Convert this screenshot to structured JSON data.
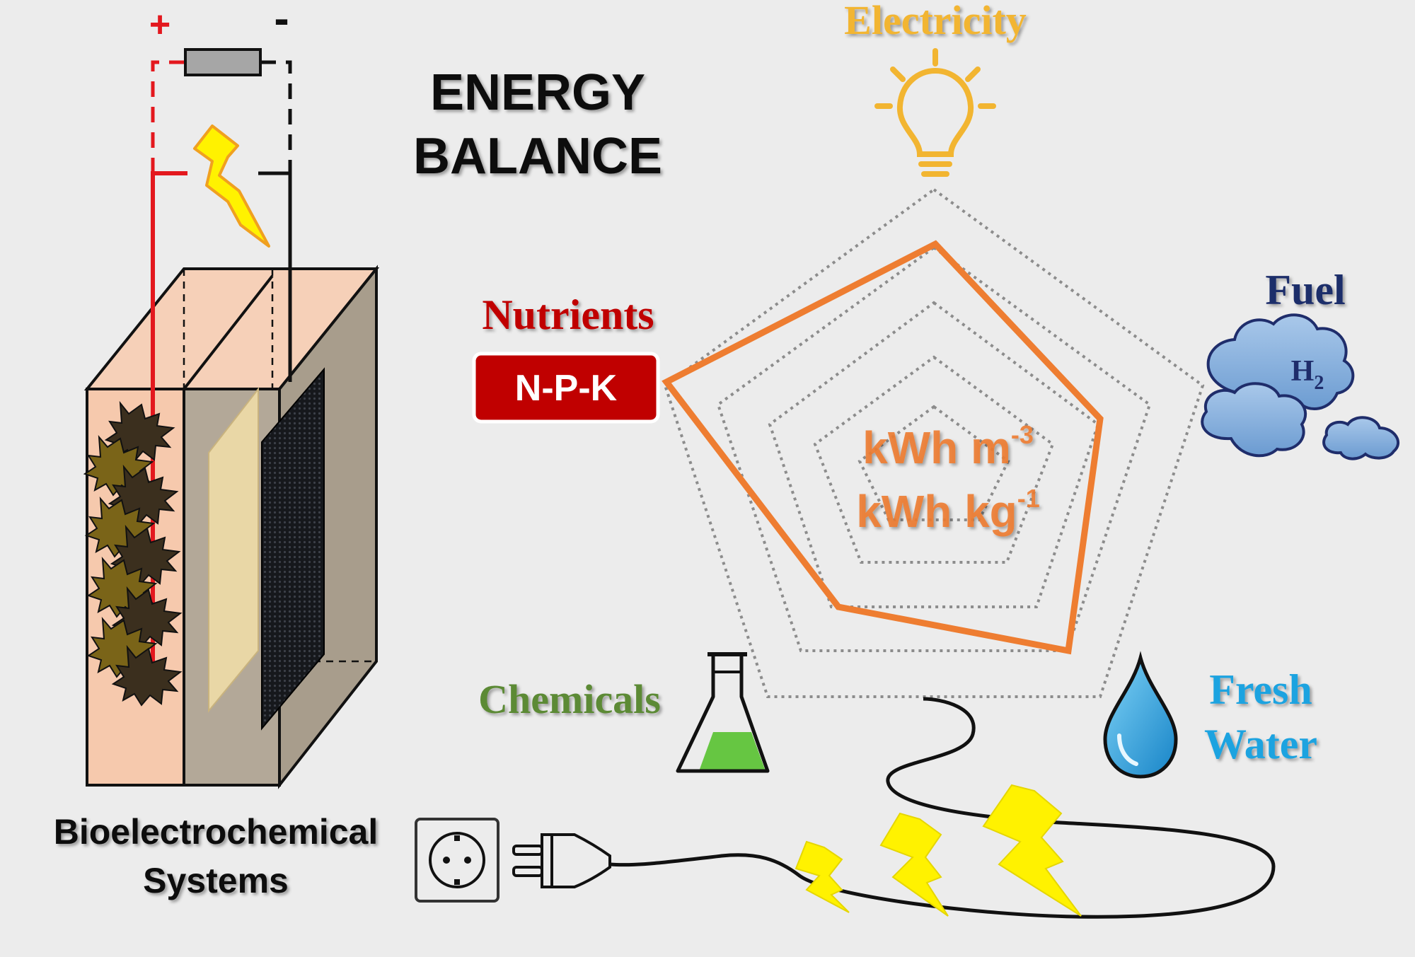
{
  "title": {
    "line1": "ENERGY",
    "line2": "BALANCE"
  },
  "system": {
    "line1": "Bioelectrochemical",
    "line2": "Systems"
  },
  "terminals": {
    "plus": "+",
    "minus": "-"
  },
  "outputs": {
    "electricity": "Electricity",
    "fuel": "Fuel",
    "fuel_gas": "H",
    "fuel_gas_sub": "2",
    "fresh_water_line1": "Fresh",
    "fresh_water_line2": "Water",
    "chemicals": "Chemicals",
    "nutrients": "Nutrients",
    "nutrients_badge": "N-P-K"
  },
  "units": {
    "volume_base": "kWh m",
    "volume_exp": "-3",
    "mass_base": "kWh kg",
    "mass_exp": "-1"
  },
  "colors": {
    "electricity": "#f2b531",
    "fuel": "#1f2d6b",
    "water": "#1ea3e0",
    "chemicals": "#5b8a35",
    "nutrients": "#c00000",
    "radar": "#ee7d31",
    "anode": "#f6c9ad",
    "cathode_chamber": "#b3a898",
    "membrane": "#e9d7a6",
    "bolt": "#fff200"
  },
  "icons": [
    "light-bulb-icon",
    "hydrogen-cloud-icon",
    "water-drop-icon",
    "flask-icon",
    "power-socket-icon",
    "power-plug-icon",
    "lightning-bolt-icon"
  ]
}
